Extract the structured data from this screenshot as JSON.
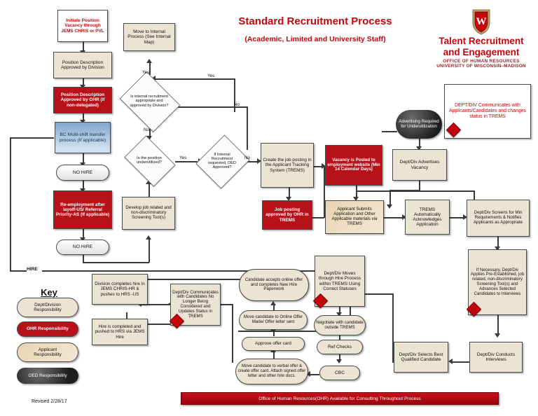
{
  "header": {
    "title": "Standard Recruitment Process",
    "subtitle": "(Academic,  Limited and University Staff)",
    "brand_line1": "Talent Recruitment",
    "brand_line2": "and Engagement",
    "brand_office": "OFFICE OF HUMAN RESOURCES",
    "brand_university": "UNIVERSITY OF WISCONSIN–MADISON",
    "crest_letter": "W"
  },
  "colors": {
    "brand_red": "#c5050c",
    "ohr_red": "#b7111a",
    "dept_beige": "#ece4d2",
    "applicant_tan": "#e8d4b0",
    "oed_gray": "#2b2b2b",
    "blue": "#7fa7cd"
  },
  "key": {
    "title": "Key",
    "items": [
      {
        "label": "Dept/Division\nResponsibility",
        "style": "beige"
      },
      {
        "label": "OHR Responsibility",
        "style": "red"
      },
      {
        "label": "Applicant\nResponsibility",
        "style": "tan"
      },
      {
        "label": "OED Responsibility",
        "style": "gray"
      }
    ]
  },
  "nodes": {
    "initiate": "Initiate Position Vacancy through JEMS CHRIS or PVL",
    "pd_division": "Position Description Approved by Division",
    "pd_ohr": "Position Description Approved by OHR (if non-delegated)",
    "bc_multishift": "BC Multi-shift transfer process (If applicable)",
    "no_hire_1": "NO HIRE",
    "reemployment": "Re-employment after layoff-US/ Referral Priority-AS (If applicable)",
    "no_hire_2": "NO HIRE",
    "move_internal": "Move to Internal Process (See Internal Map)",
    "q_internal": "Is internal recruitment appropriate and approved by Division?",
    "q_underutilized": "Is the position underutilized?",
    "q_oed": "If Internal Recruitment requested, OED Approved?",
    "develop_tools": "Develop job related and non-discriminatory Screening Tool(s)",
    "create_posting": "Create the job posting in the Applicant Tracking System (TREMS)",
    "posting_approved": "Job posting approved by OHR in TREMS",
    "vacancy_posted": "Vacancy is Posted to employment website (Min 14 Calendar Days)",
    "applicant_submits": "Applicant Submits Application and Other Applicable materials via TREMS",
    "advertising_required": "Advertising Required for Underutilization",
    "dept_advertises": "Dept/Div Advertises Vacancy",
    "trems_ack": "TREMS Automatically Acknowledges Application",
    "dept_screens": "Dept/Div Screens for Min Requirements & Notifies Applicants as Appropriate",
    "dept_applies_tools": "If Necessary, Dept/Div Applies Pre-Established, job related, non-discriminatory Screening Tool(s) and Advances Selected Candidates to Interviews",
    "dept_communicates": "DEPT/DIV Communicates with Applicants/Candidates and changes status in TREMS",
    "dept_conducts_interviews": "Dept/Div Conducts Interviews",
    "dept_selects_best": "Dept/Div Selects Best Qualified Candidate",
    "dept_hire_process": "Dept/Div Moves through Hire Process within TREMS Using Correct Statuses",
    "negotiate": "Negotiate with candidate outside TREMS",
    "ref_checks": "Ref Checks",
    "cbc": "CBC",
    "move_verbal": "Move candidate to verbal offer & create offer card. Attach signed offer letter and other hire docs.",
    "approve_offer_card": "Approve offer card",
    "move_online_offer": "Move candidate to Online Offer Made/ Offer letter sent",
    "candidate_accepts": "Candidate accepts online offer and completes New Hire Paperwork",
    "dept_comm_nolonger": "Dept/Div Communicates with Candidates No Longer Being Considered and Updates Status in TREMS",
    "division_completes": "Division completes hire in JEMS CHRIS-HR & pushes to HRS -US",
    "hire_completed": "Hire is completed and pushed to HRS via JEMS Hire"
  },
  "edge_labels": {
    "yes_internal": "Yes",
    "yes_top": "Yes",
    "no_internal": "No",
    "no_right": "No",
    "yes_underutil": "Yes",
    "no_oed": "No",
    "hire": "HIRE"
  },
  "footer": {
    "banner": "Office of Human Resources(OHR) Available for Consulting Throughout Process",
    "revised": "Revised 2/28/17"
  }
}
